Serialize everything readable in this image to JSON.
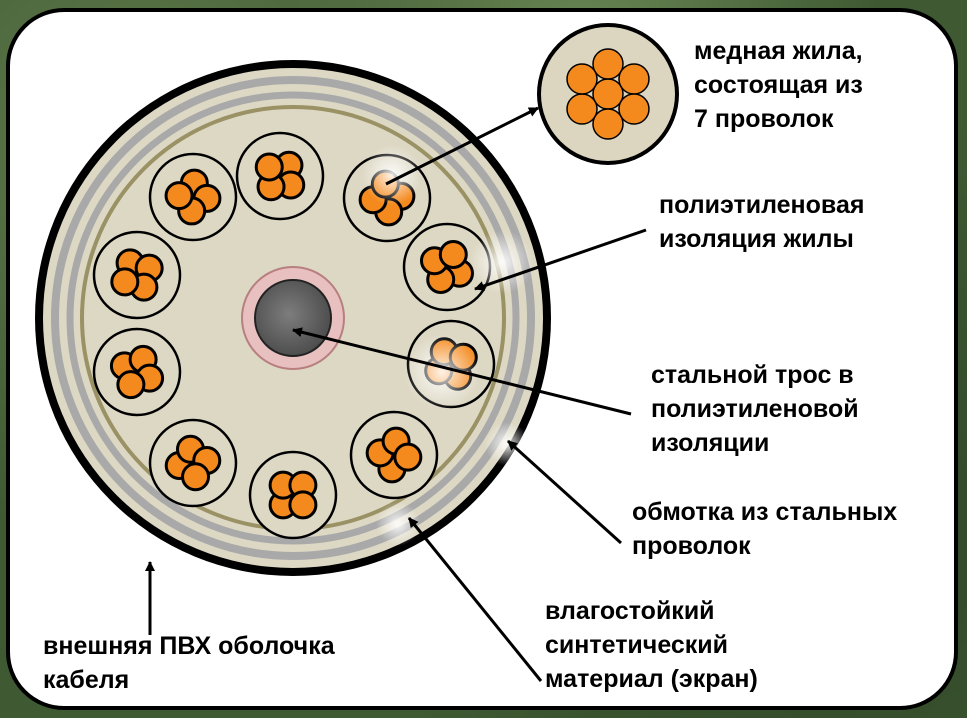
{
  "labels": {
    "copper_core": "медная жила,\nсостоящая из\n7 проволок",
    "pe_insulation": "полиэтиленовая\nизоляция жилы",
    "steel_rope": "стальной трос в\nполиэтиленовой\nизоляции",
    "steel_winding": "обмотка из стальных\nпроволок",
    "screen": "влагостойкий\nсинтетический\nматериал (экран)",
    "pvc_sheath": "внешняя ПВХ оболочка\nкабеля"
  },
  "colors": {
    "background": "#3f5a33",
    "panel": "#ffffff",
    "outer_sheath": "#000000",
    "filler": "#ddd8c4",
    "steel_winding": "#a9a9a9",
    "screen_ring": "#9a9165",
    "wire": "#f48a1e",
    "rope_insulation": "#e8c0c0",
    "rope_core": "#8a8a8a"
  },
  "conductor_count": 10,
  "strands_per_core": 7
}
